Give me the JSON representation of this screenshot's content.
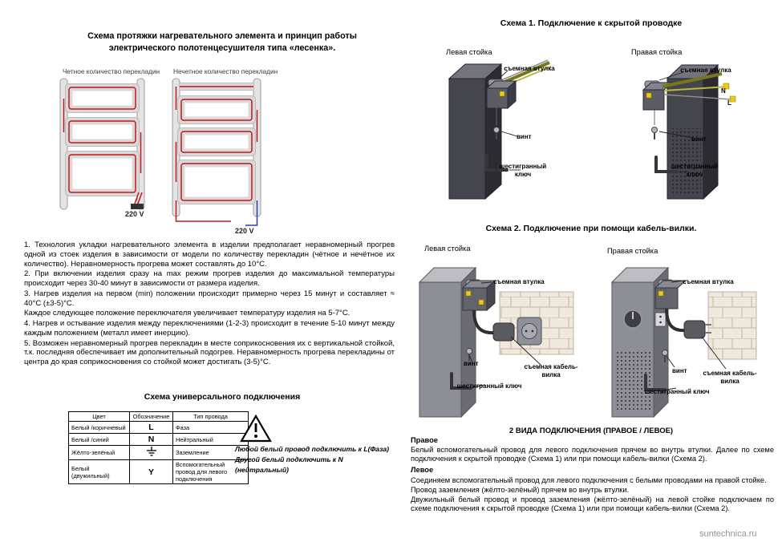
{
  "page": {
    "watermark": "suntechnica.ru"
  },
  "left_column": {
    "title": "Схема протяжки нагревательного элемента и принцип работы электрического полотенцесушителя типа «лесенка».",
    "ladder": {
      "even_label": "Четное количество перекладин",
      "odd_label": "Нечетное количество перекладин",
      "voltage_even": "220 V",
      "voltage_odd": "220 V"
    },
    "notes": [
      "1.   Технология укладки нагревательного элемента в изделии предполагает неравномерный прогрев одной из стоек изделия в зависимости от модели по количеству перекладин (чётное и нечётное их количество). Неравномерность прогрева может составлять до 10°С.",
      "2.   При включении изделия сразу на max режим прогрев изделия до максимальной температуры происходит через 30-40 минут в зависимости от размера изделия.",
      "3.   Нагрев изделия на первом (min) положении происходит примерно через 15 минут и составляет ≈ 40°С (±3-5)°С.",
      "Каждое следующее положение переключателя увеличивает температуру изделия на 5-7°С.",
      "4.   Нагрев и остывание изделия между переключениями (1-2-3) происходит в течение 5-10 минут между каждым положением (металл имеет инерцию).",
      "5.   Возможен неравномерный прогрев перекладин в месте соприкосновения их с вертикальной стойкой, т.к. последняя обеспечивает им дополнительный подогрев. Неравномерность прогрева перекладины от центра до края соприкосновения со стойкой может достигать (3-5)°С."
    ],
    "universal": {
      "title": "Схема универсального подключения",
      "table": {
        "headers": [
          "Цвет",
          "Обозначение",
          "Тип провода"
        ],
        "rows": [
          [
            "Белый /коричневый",
            "L",
            "Фаза"
          ],
          [
            "Белый /синий",
            "N",
            "Нейтральный"
          ],
          [
            "Жёлто-зелёный",
            "⏚",
            "Заземление"
          ],
          [
            "Белый (двужильный)",
            "Y",
            "Вспомогательный провод для левого подключения"
          ]
        ]
      },
      "warning_line1": "Любой белый провод подключить к L(Фаза)",
      "warning_line2": "Другой белый подключить к N (нейтральный)"
    }
  },
  "right_column": {
    "scheme1": {
      "title": "Схема 1. Подключение к скрытой проводке",
      "left_post_label": "Левая стойка",
      "right_post_label": "Правая стойка"
    },
    "scheme2": {
      "title": "Схема 2. Подключение при помощи кабель-вилки.",
      "left_post_label": "Левая стойка",
      "right_post_label": "Правая стойка"
    },
    "parts": {
      "bushing": "съемная втулка",
      "screw": "винт",
      "hex_key": "шестигранный ключ",
      "plug": "съемная кабель-вилка",
      "n": "N",
      "l": "L"
    },
    "connection_types": {
      "title": "2 ВИДА ПОДКЛЮЧЕНИЯ (ПРАВОЕ / ЛЕВОЕ)",
      "right_heading": "Правое",
      "right_text": "Белый вспомогательный провод для левого подключения прячем во внутрь втулки. Далее по схеме подключения к скрытой проводке (Схема 1) или при помощи кабель-вилки (Схема 2).",
      "left_heading": "Левое",
      "left_paragraphs": [
        "Соединяем вспомогательный провод для левого подключения с белыми проводами на правой стойке.",
        "Провод заземления (жёлто-зелёный) прячем во внутрь втулки.",
        "Двужильный белый провод и провод заземления (жёлто-зелёный) на левой стойке подключаем по схеме подключения к скрытой проводке (Схема 1) или при помощи кабель-вилки (Схема 2)."
      ]
    }
  }
}
